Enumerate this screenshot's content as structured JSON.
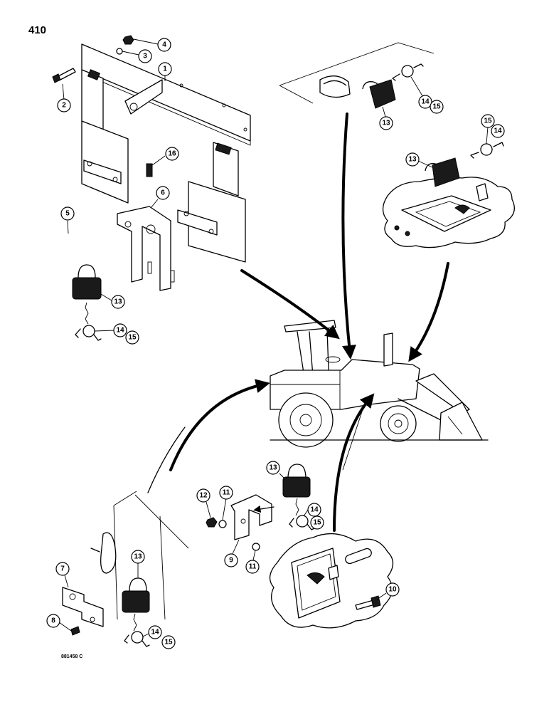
{
  "page_number": "410",
  "drawing_code": "881458 C",
  "callouts": [
    "1",
    "2",
    "3",
    "4",
    "5",
    "6",
    "7",
    "8",
    "9",
    "10",
    "11",
    "12",
    "13",
    "14",
    "15",
    "16"
  ]
}
